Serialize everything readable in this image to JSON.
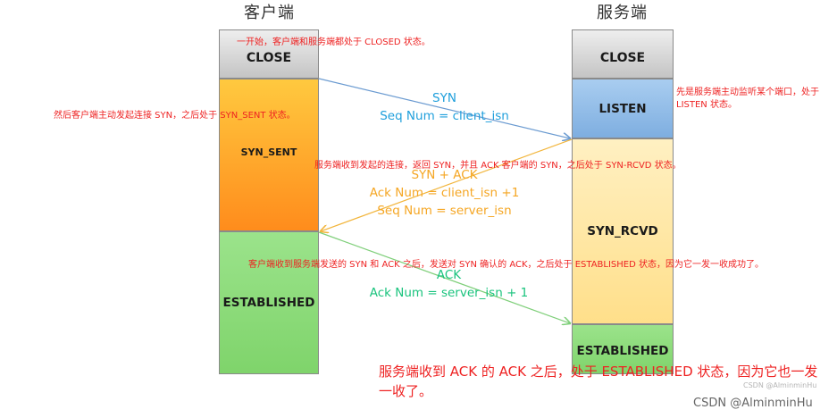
{
  "headers": {
    "client": "客户端",
    "server": "服务端"
  },
  "client_states": {
    "close": "CLOSE",
    "syn_sent": "SYN_SENT",
    "established": "ESTABLISHED"
  },
  "server_states": {
    "close": "CLOSE",
    "listen": "LISTEN",
    "syn_rcvd": "SYN_RCVD",
    "established": "ESTABLISHED"
  },
  "messages": {
    "syn": {
      "title": "SYN",
      "line1": "Seq Num = client_isn"
    },
    "synack": {
      "title": "SYN + ACK",
      "line1": "Ack Num =  client_isn +1",
      "line2": "Seq Num = server_isn"
    },
    "ack": {
      "title": "ACK",
      "line1": "Ack Num = server_isn + 1"
    }
  },
  "notes": {
    "top": "一开始，客户端和服务端都处于 CLOSED 状态。",
    "client_syn": "然后客户端主动发起连接 SYN，之后处于 SYN_SENT 状态。",
    "server_listen": "先是服务端主动监听某个端口，处于 LISTEN 状态。",
    "server_synack": "服务端收到发起的连接，返回 SYN，并且 ACK 客户端的 SYN，之后处于 SYN-RCVD 状态。",
    "client_ack": "客户端收到服务端发送的 SYN 和 ACK 之后，发送对 SYN 确认的 ACK，之后处于 ESTABLISHED 状态，因为它一发一收成功了。",
    "server_final": "服务端收到 ACK 的 ACK 之后，处于 ESTABLISHED 状态，因为它也一发一收了。"
  },
  "watermarks": {
    "small": "CSDN @AlminminHu",
    "large": "CSDN @AlminminHu"
  },
  "colors": {
    "close": "#d6d6d6",
    "syn_sent_top": "#ffc53a",
    "syn_sent_bottom": "#ff8a1e",
    "established": "#8fdc7c",
    "listen": "#8ebbe6",
    "syn_rcvd": "#ffe6a3",
    "syn_text": "#1f9fdc",
    "synack_text": "#f5a623",
    "ack_text": "#19c37d",
    "note_red": "#ee2222"
  }
}
